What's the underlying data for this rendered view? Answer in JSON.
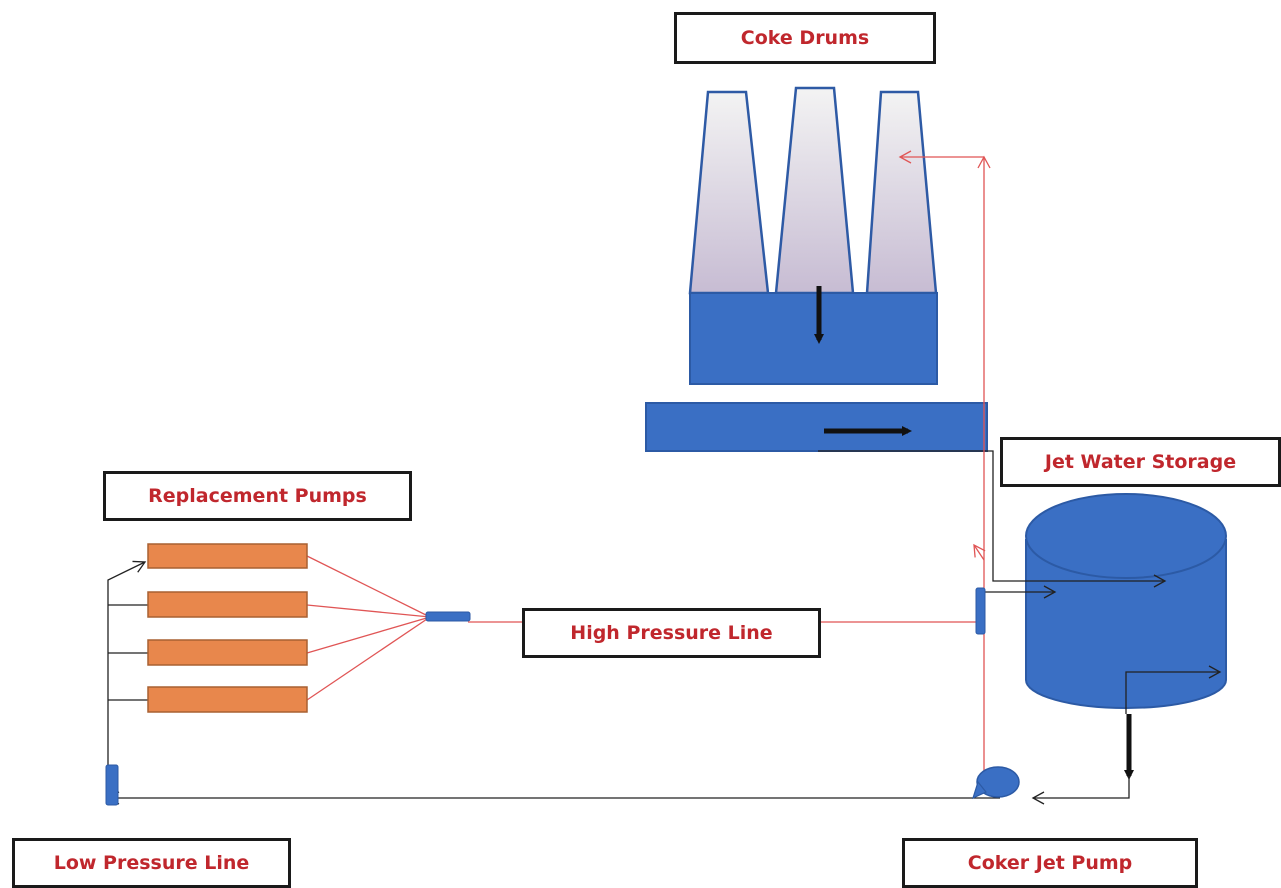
{
  "labels": {
    "coke_drums": "Coke Drums",
    "jet_water_storage": "Jet Water Storage",
    "replacement_pumps": "Replacement Pumps",
    "high_pressure_line": "High Pressure Line",
    "low_pressure_line": "Low Pressure Line",
    "coker_jet_pump": "Coker Jet Pump"
  },
  "colors": {
    "label_text": "#c0272d",
    "equipment_blue": "#3a6fc4",
    "pump_orange": "#e8874c",
    "high_pressure_line": "#e05555",
    "low_pressure_line": "#222222",
    "drum_gradient_top": "#f1f1f1",
    "drum_gradient_bottom": "#cbbfd6"
  }
}
